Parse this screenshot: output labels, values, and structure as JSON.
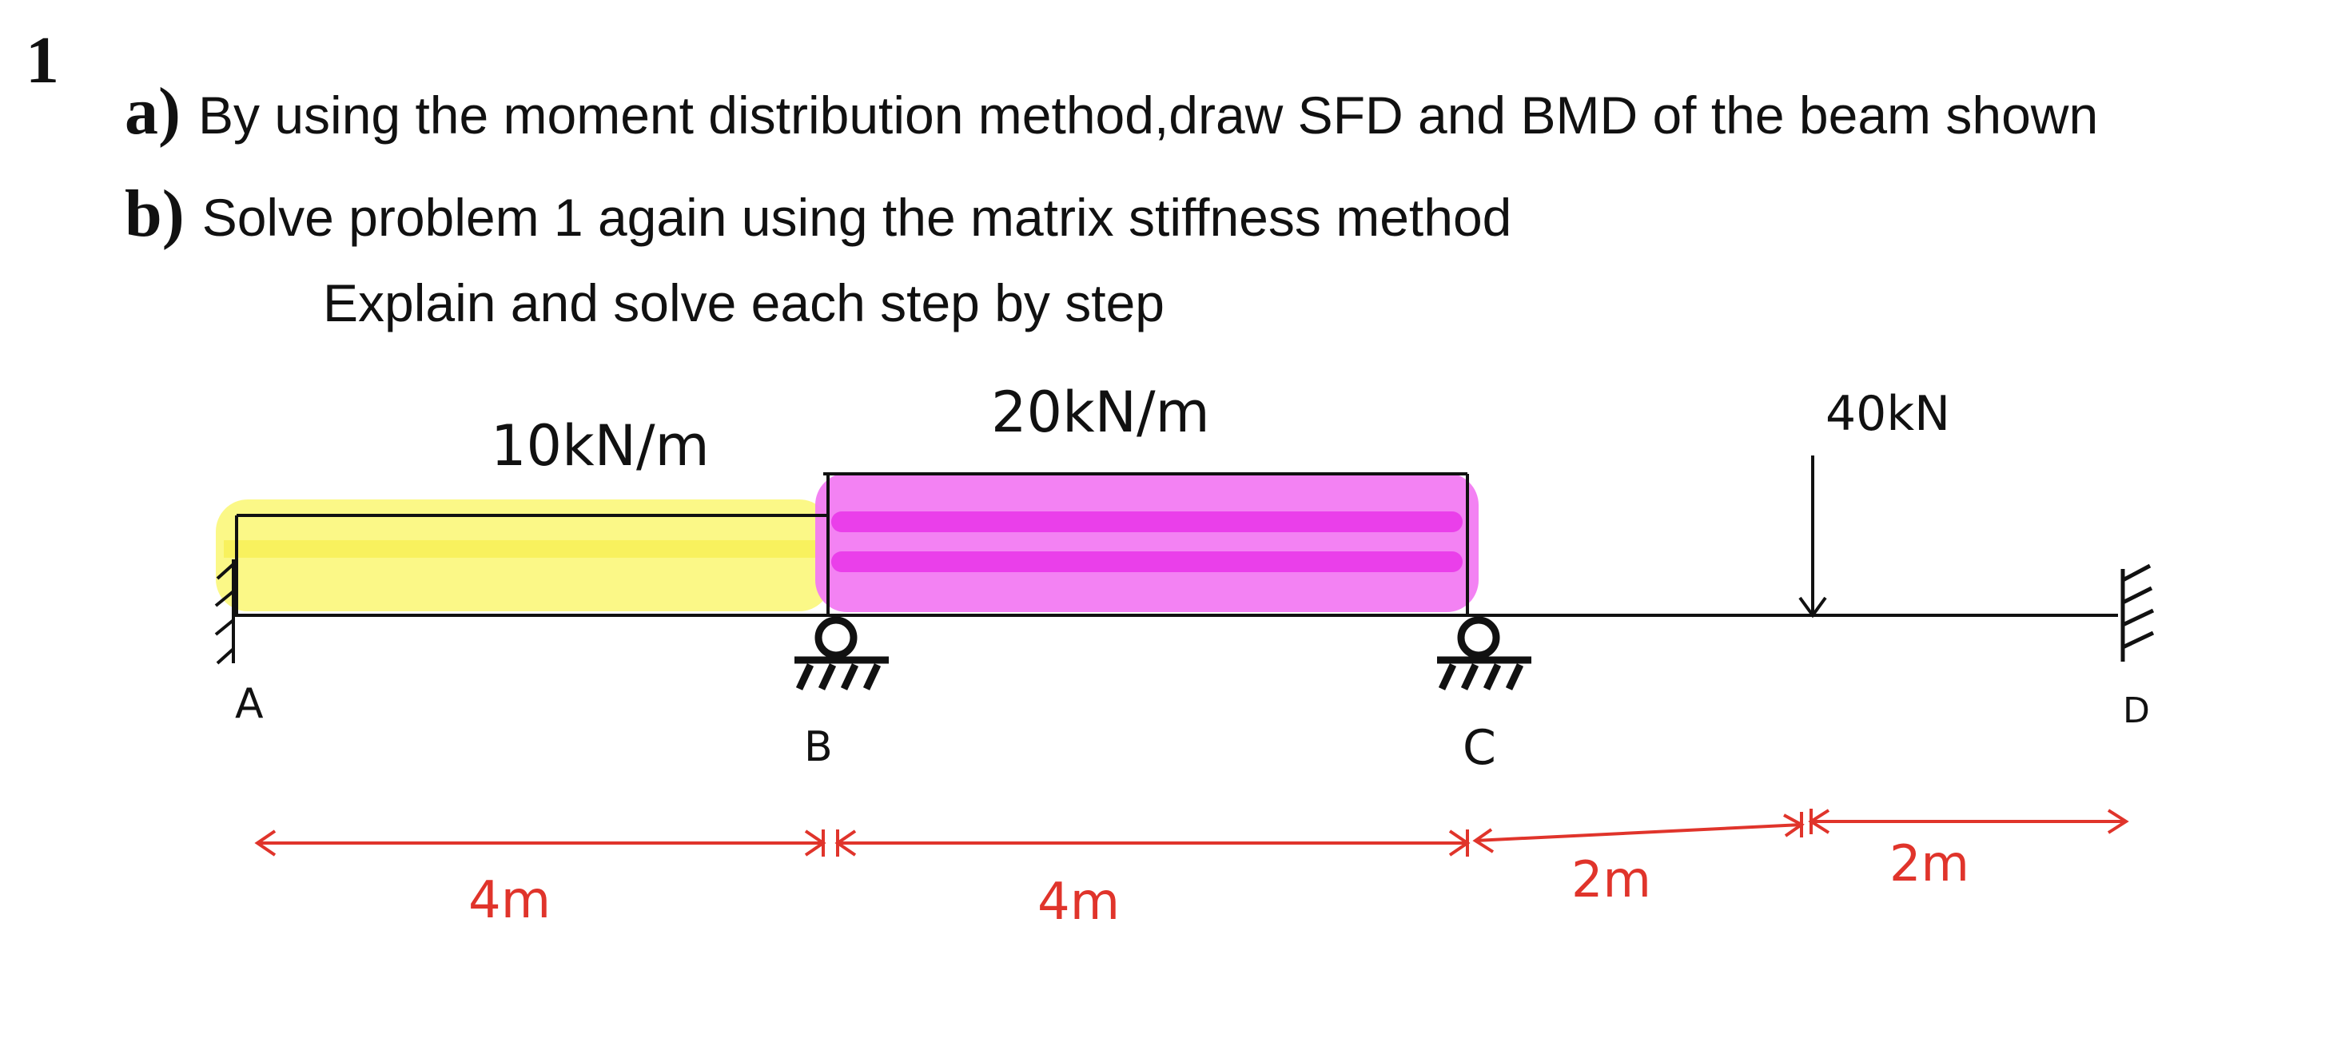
{
  "question_number": "1",
  "part_a": {
    "letter": "a)",
    "text": "By using the moment distribution method,draw SFD and BMD of the beam shown"
  },
  "part_b": {
    "letter": "b)",
    "text": "Solve problem 1 again using the matrix stiffness method"
  },
  "instruction": "Explain and solve each step by step",
  "loads": {
    "udl_ab": "10kN/m",
    "udl_bc": "20kN/m",
    "point_load": "40kN"
  },
  "supports": {
    "a": "A",
    "b": "B",
    "c": "C",
    "d": "D"
  },
  "dimensions": {
    "ab": "4m",
    "bc": "4m",
    "c_load": "2m",
    "load_d": "2m"
  },
  "colors": {
    "ink": "#111111",
    "dimension_red": "#e0342b",
    "highlight_yellow": "#fbf77a",
    "highlight_magenta": "#f27bf2"
  }
}
